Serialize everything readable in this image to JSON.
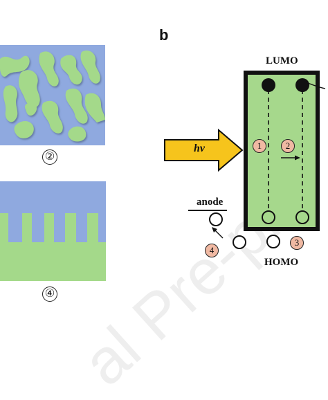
{
  "panel_b_label": "b",
  "left_panels": {
    "top_caption": "②",
    "bottom_caption": "④"
  },
  "device": {
    "lumo_label": "LUMO",
    "homo_label": "HOMO",
    "anode_label": "anode",
    "light_label": "hv",
    "steps": [
      "1",
      "2",
      "3",
      "4"
    ]
  },
  "watermark": "al Pre-pro",
  "colors": {
    "blue_phase": "#8fa9df",
    "green_phase": "#a4d98a",
    "device_fill": "#a6d88c",
    "arrow_fill": "#f6c41c",
    "badge_fill": "#f0b9a3"
  }
}
